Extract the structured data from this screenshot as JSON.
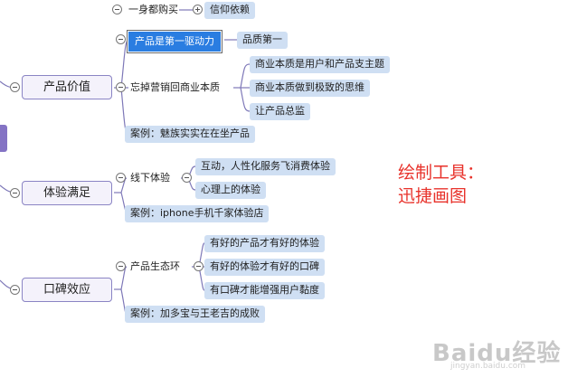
{
  "top": {
    "item1": "一身都购买",
    "item2": "信仰依赖"
  },
  "topics": {
    "product_value": {
      "label": "产品价值",
      "selected_node": "产品是第一驱动力",
      "selected_child": "品质第一",
      "group_label": "忘掉营销回商业本质",
      "group_items": [
        "商业本质是用户和产品支主题",
        "商业本质做到极致的思维",
        "让产品总监"
      ],
      "case": "案例：魅族实实在在坐产品"
    },
    "experience": {
      "label": "体验满足",
      "group_label": "线下体验",
      "group_items": [
        "互动，人性化服务飞消费体验",
        "心理上的体验"
      ],
      "case": "案例：iphone手机千家体验店"
    },
    "word_of_mouth": {
      "label": "口碑效应",
      "group_label": "产品生态环",
      "group_items": [
        "有好的产品才有好的体验",
        "有好的体验才有好的口碑",
        "有口碑才能增强用户黏度"
      ],
      "case": "案例：加多宝与王老吉的成败"
    }
  },
  "watermark": {
    "line1": "绘制工具：",
    "line2": "迅捷画图"
  },
  "baidu_watermark": {
    "logo": "Baidu经验",
    "url": "jingyan.baidu.com"
  },
  "colors": {
    "line": "#7e78b8",
    "leaf_bg": "#cfdff3",
    "main_border": "#8a84c4",
    "selected": "#2a7de1",
    "watermark": "#e8322b",
    "side_tab": "#8473c4"
  }
}
